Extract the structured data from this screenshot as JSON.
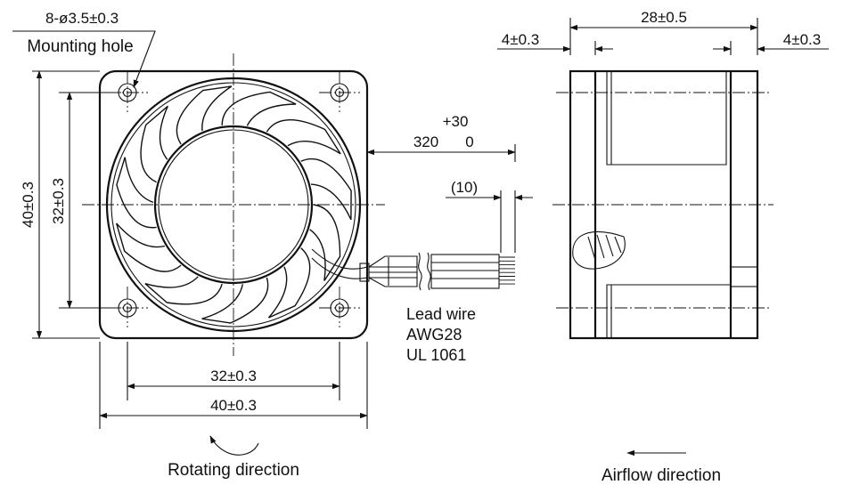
{
  "labels": {
    "mounting_spec": "8-ø3.5±0.3",
    "mounting_hole": "Mounting hole",
    "height_outer": "40±0.3",
    "height_inner": "32±0.3",
    "width_inner": "32±0.3",
    "width_outer": "40±0.3",
    "depth": "28±0.5",
    "flange_left": "4±0.3",
    "flange_right": "4±0.3",
    "wire_tol_plus": "+30",
    "wire_length": "320",
    "wire_tol_zero": "0",
    "strip_length": "(10)",
    "lead_wire_line1": "Lead wire",
    "lead_wire_line2": "AWG28",
    "lead_wire_line3": "UL 1061",
    "rotating_direction": "Rotating direction",
    "airflow_direction": "Airflow direction"
  }
}
